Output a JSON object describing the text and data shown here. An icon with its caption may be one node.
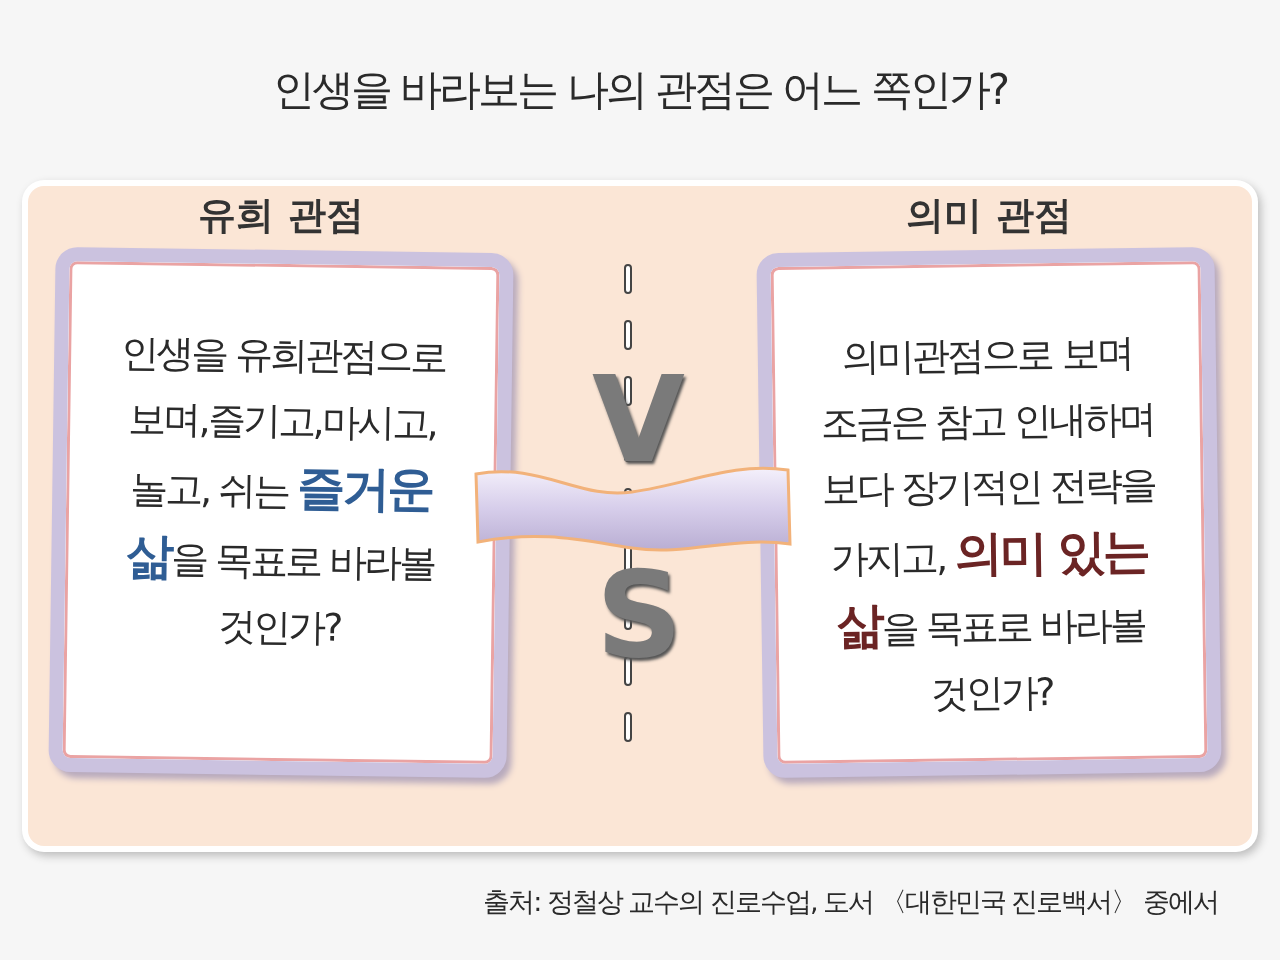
{
  "diagram": {
    "title": "인생을 바라보는 나의 관점은 어느 쪽인가?",
    "caption": "출처: 정철상 교수의 진로수업, 도서 〈대한민국 진로백서〉 중에서",
    "nodes": [
      {
        "text": [],
        "shape": "box"
      },
      {
        "text": [
          "유희 관점",
          "인생을 유희관점으로 보며,즐기고,마시고, 놀고, 쉬는 **즐거운 삶**을 목표로 바라볼 것인가?"
        ],
        "in": 0
      },
      {
        "text": [
          "의미 관점",
          "의미관점으로 보며 조금은 참고 인내하며 보다 장기적인 전략을 가지고, **의미 있는 삶**을 목표로 바라볼 것인가?"
        ],
        "in": 0
      }
    ],
    "labels": [
      "V",
      "S"
    ]
  }
}
